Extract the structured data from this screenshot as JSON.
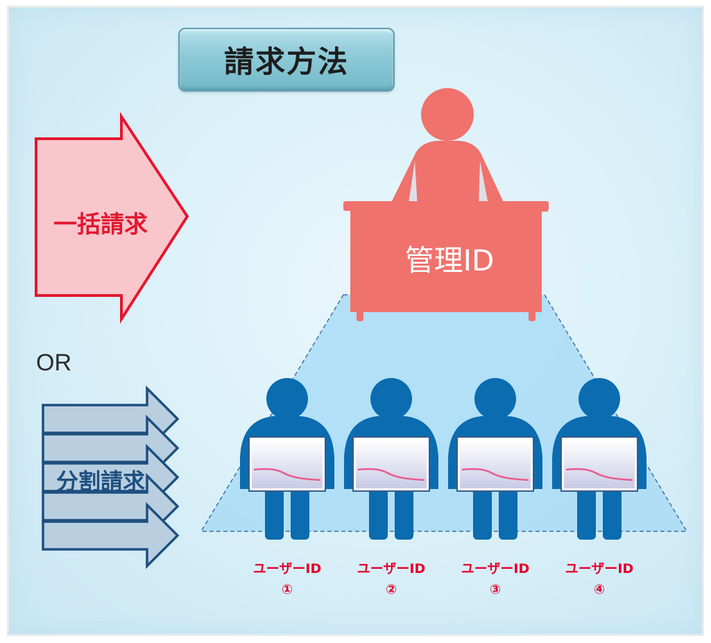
{
  "title": "請求方法",
  "bulk_billing_label": "一括請求",
  "or_label": "OR",
  "split_billing_label": "分割請求",
  "admin_label": "管理ID",
  "users": [
    {
      "label": "ユーザーID",
      "number": "①"
    },
    {
      "label": "ユーザーID",
      "number": "②"
    },
    {
      "label": "ユーザーID",
      "number": "③"
    },
    {
      "label": "ユーザーID",
      "number": "④"
    }
  ],
  "colors": {
    "admin": "#f0726c",
    "user": "#0b6cb0",
    "bulk_arrow_fill": "#f9c6cc",
    "bulk_arrow_stroke": "#e3172f",
    "split_arrow_fill": "#b9cfe0",
    "split_arrow_stroke": "#1e4f7f",
    "pyramid": "#a9dcf4",
    "label_red": "#e3002c"
  }
}
